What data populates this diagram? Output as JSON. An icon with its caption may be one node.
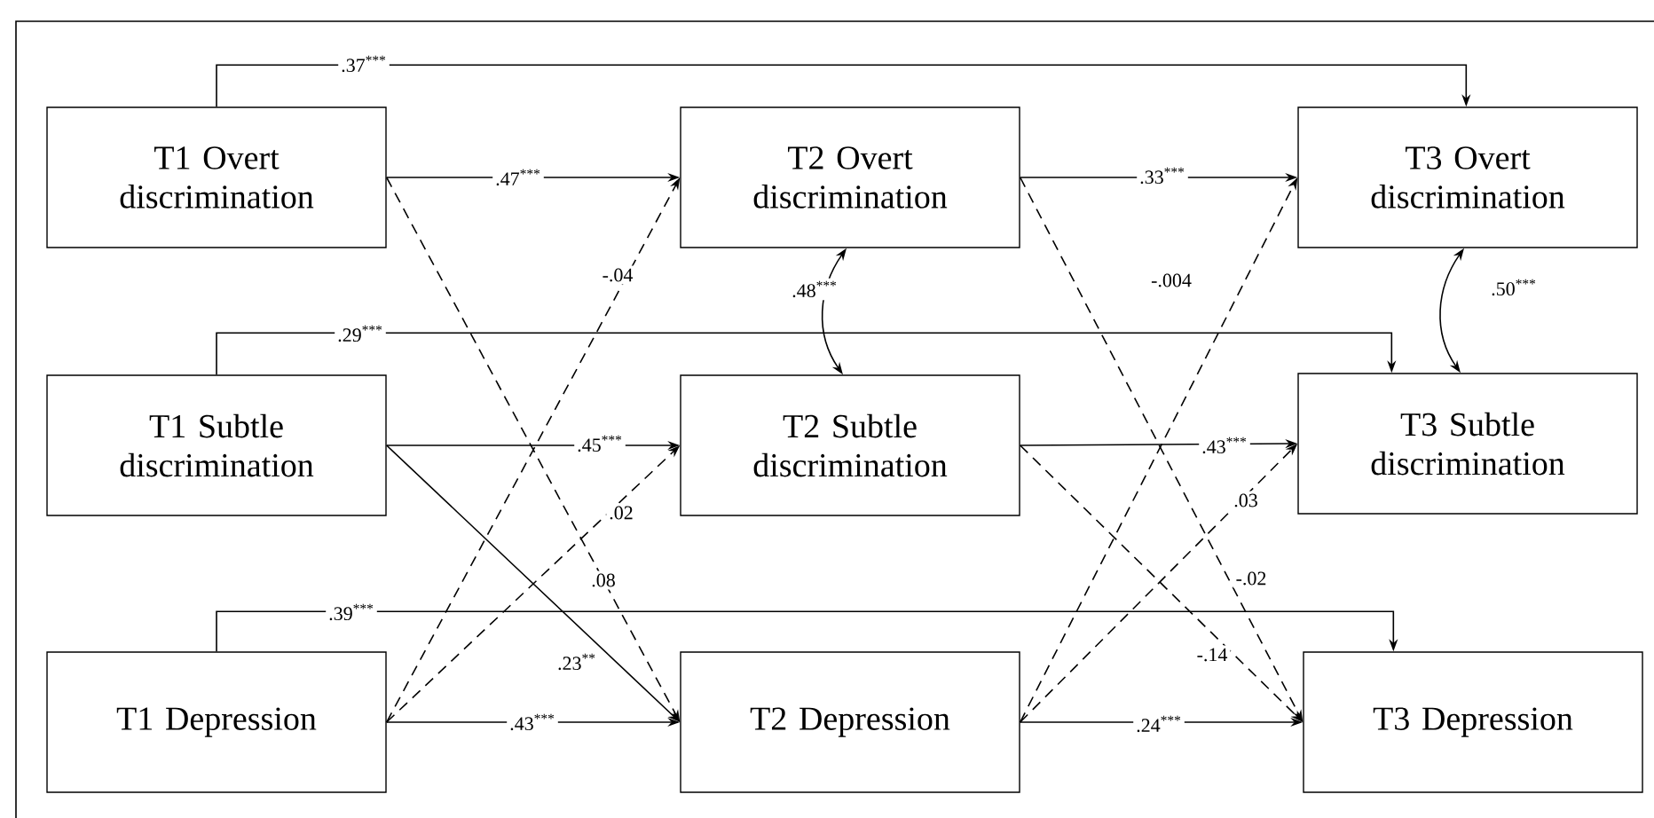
{
  "diagram": {
    "nodes": [
      {
        "text": [
          "T1 Overt discrimination"
        ]
      },
      {
        "text": [
          "T2 Overt discrimination"
        ]
      },
      {
        "text": [
          "T3 Overt discrimination"
        ]
      },
      {
        "text": [
          "T1 Subtle discrimination"
        ]
      },
      {
        "text": [
          "T2 Subtle discrimination"
        ]
      },
      {
        "text": [
          "T3 Subtle discrimination"
        ]
      },
      {
        "text": [
          "T1 Depression"
        ]
      },
      {
        "text": [
          "T2 Depression"
        ]
      },
      {
        "text": [
          "T3 Depression"
        ]
      }
    ],
    "edges": [
      {
        "from": 0,
        "to": 2,
        "arrow": "to",
        "label": ".37$^{***}$"
      },
      {
        "from": 0,
        "to": 1,
        "arrow": "to",
        "label": ".47$^{***}$"
      },
      {
        "from": 0,
        "to": 7,
        "arrow": "to",
        "label": ".08",
        "style": "dashed"
      },
      {
        "from": 6,
        "to": 1,
        "arrow": "to",
        "label": "-.04",
        "style": "dashed"
      },
      {
        "from": 1,
        "to": 4,
        "arrow": "both",
        "label": ".48$^{***}$"
      },
      {
        "from": 1,
        "to": 2,
        "arrow": "to",
        "label": ".33$^{***}$"
      },
      {
        "from": 1,
        "to": 8,
        "arrow": "to",
        "label": "-.02",
        "style": "dashed"
      },
      {
        "from": 7,
        "to": 2,
        "arrow": "to",
        "label": "-.004",
        "style": "dashed"
      },
      {
        "from": 2,
        "to": 5,
        "arrow": "both",
        "label": ".50$^{***}$"
      },
      {
        "from": 3,
        "to": 5,
        "arrow": "to",
        "label": ".29$^{***}$"
      },
      {
        "from": 3,
        "to": 4,
        "arrow": "to",
        "label": ".45$^{***}$"
      },
      {
        "from": 3,
        "to": 7,
        "arrow": "to",
        "label": ".23$^{**}$"
      },
      {
        "from": 6,
        "to": 4,
        "arrow": "to",
        "label": ".02",
        "style": "dashed"
      },
      {
        "from": 4,
        "to": 5,
        "arrow": "to",
        "label": ".43$^{***}$"
      },
      {
        "from": 4,
        "to": 8,
        "arrow": "to",
        "label": "-.14",
        "style": "dashed"
      },
      {
        "from": 7,
        "to": 5,
        "arrow": "to",
        "label": ".03",
        "style": "dashed"
      },
      {
        "from": 6,
        "to": 8,
        "arrow": "to",
        "label": ".39$^{***}$"
      },
      {
        "from": 6,
        "to": 7,
        "arrow": "to",
        "label": ".43$^{***}$"
      },
      {
        "from": 7,
        "to": 8,
        "arrow": "to",
        "label": ".24$^{***}$"
      }
    ]
  }
}
